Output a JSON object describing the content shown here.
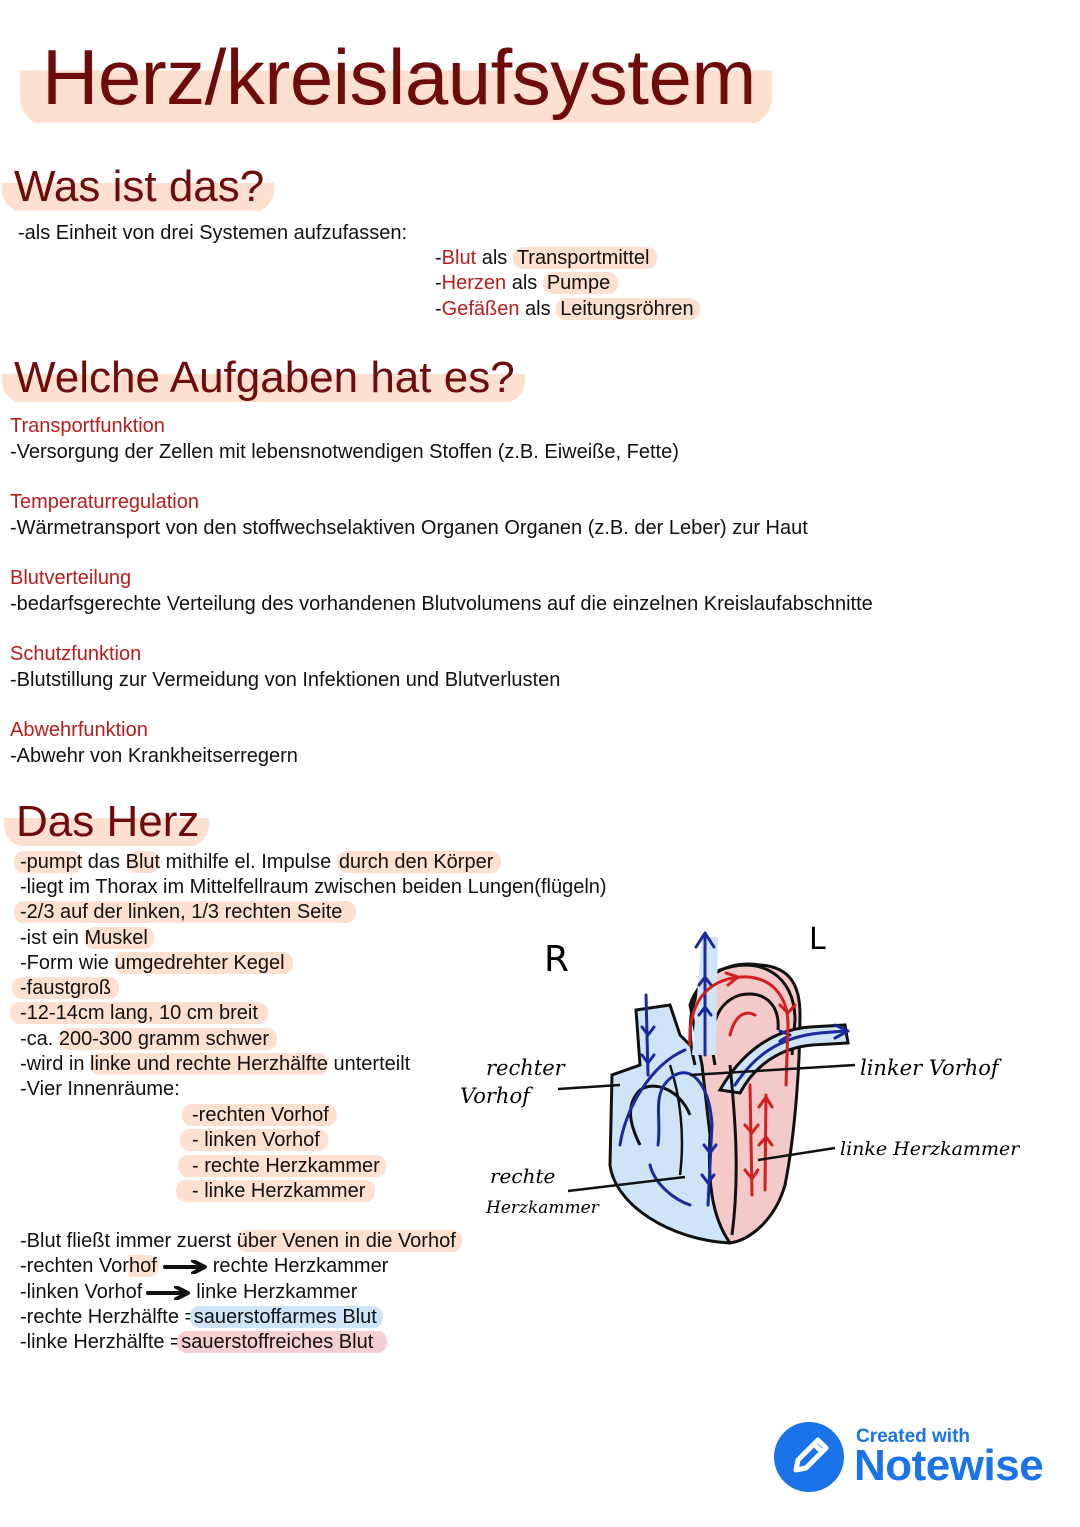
{
  "title": "Herz/kreislaufsystem",
  "section1": {
    "heading": "Was ist das?",
    "intro": "-als Einheit von drei Systemen aufzufassen:",
    "items": [
      {
        "prefix": "-",
        "term": "Blut",
        "mid": " als ",
        "role": "Transportmittel"
      },
      {
        "prefix": "-",
        "term": "Herzen",
        "mid": " als ",
        "role": "Pumpe"
      },
      {
        "prefix": "-",
        "term": "Gefäßen",
        "mid": " als ",
        "role": "Leitungsröhren"
      }
    ]
  },
  "section2": {
    "heading": "Welche Aufgaben hat es?",
    "tasks": [
      {
        "name": "Transportfunktion",
        "desc": "-Versorgung der Zellen mit lebensnotwendigen Stoffen (z.B. Eiweiße, Fette)"
      },
      {
        "name": "Temperaturregulation",
        "desc": "-Wärmetransport von den stoffwechselaktiven Organen Organen (z.B. der Leber) zur Haut"
      },
      {
        "name": "Blutverteilung",
        "desc": "-bedarfsgerechte Verteilung des vorhandenen Blutvolumens auf die einzelnen Kreislaufabschnitte"
      },
      {
        "name": "Schutzfunktion",
        "desc": "-Blutstillung zur Vermeidung von Infektionen und Blutverlusten"
      },
      {
        "name": "Abwehrfunktion",
        "desc": "-Abwehr von Krankheitserregern"
      }
    ]
  },
  "section3": {
    "heading": "Das Herz",
    "l1a": "-pumpt",
    "l1b": " das ",
    "l1c": "Blut",
    "l1d": " mithilfe el. Impulse ",
    "l1e": "durch den Körper",
    "l2": "-liegt im Thorax im Mittelfellraum zwischen beiden Lungen(flügeln)",
    "l3": "-2/3 auf der linken, 1/3 rechten Seite",
    "l4a": "-ist ein ",
    "l4b": "Muskel",
    "l5a": "-Form wie ",
    "l5b": "umgedrehter Kegel",
    "l6": "-faustgroß",
    "l7": "-12-14cm lang, 10 cm breit",
    "l8a": "-ca. ",
    "l8b": "200-300 gramm schwer",
    "l9a": "-wird in ",
    "l9b": "linke und rechte Herzhälfte",
    "l9c": " unterteilt",
    "l10": "-Vier Innenräume:",
    "rooms": [
      "-rechten Vorhof",
      "- linken Vorhof",
      "- rechte Herzkammer",
      "- linke Herzkammer"
    ],
    "flow1a": "-Blut fließt immer zuerst ",
    "flow1b": "über Venen in die Vorhof",
    "flow2a": "-rechten Vorhof",
    "flow2b": "rechte Herzkammer",
    "flow3a": "-linken Vorhof",
    "flow3b": "linke Herzkammer",
    "flow4a": "-rechte Herzhälfte = ",
    "flow4b": "sauerstoffarmes Blut",
    "flow5a": "-linke Herzhälfte = ",
    "flow5b": "sauerstoffreiches Blut"
  },
  "diagram": {
    "label_r": "R",
    "label_l": "L",
    "label_rechter_vorhof_1": "rechter",
    "label_rechter_vorhof_2": "Vorhof",
    "label_rechte_herzkammer_1": "rechte",
    "label_rechte_herzkammer_2": "Herzkammer",
    "label_linker_vorhof": "linker Vorhof",
    "label_linke_herzkammer": "linke Herzkammer",
    "colors": {
      "oxygen_poor": "#cfe4f7",
      "oxygen_rich": "#f4c9c9",
      "blue_arrows": "#1a2a9c",
      "red_arrows": "#d41f1f"
    }
  },
  "logo": {
    "line1": "Created with",
    "line2": "Notewise",
    "icon": "pencil-icon"
  }
}
